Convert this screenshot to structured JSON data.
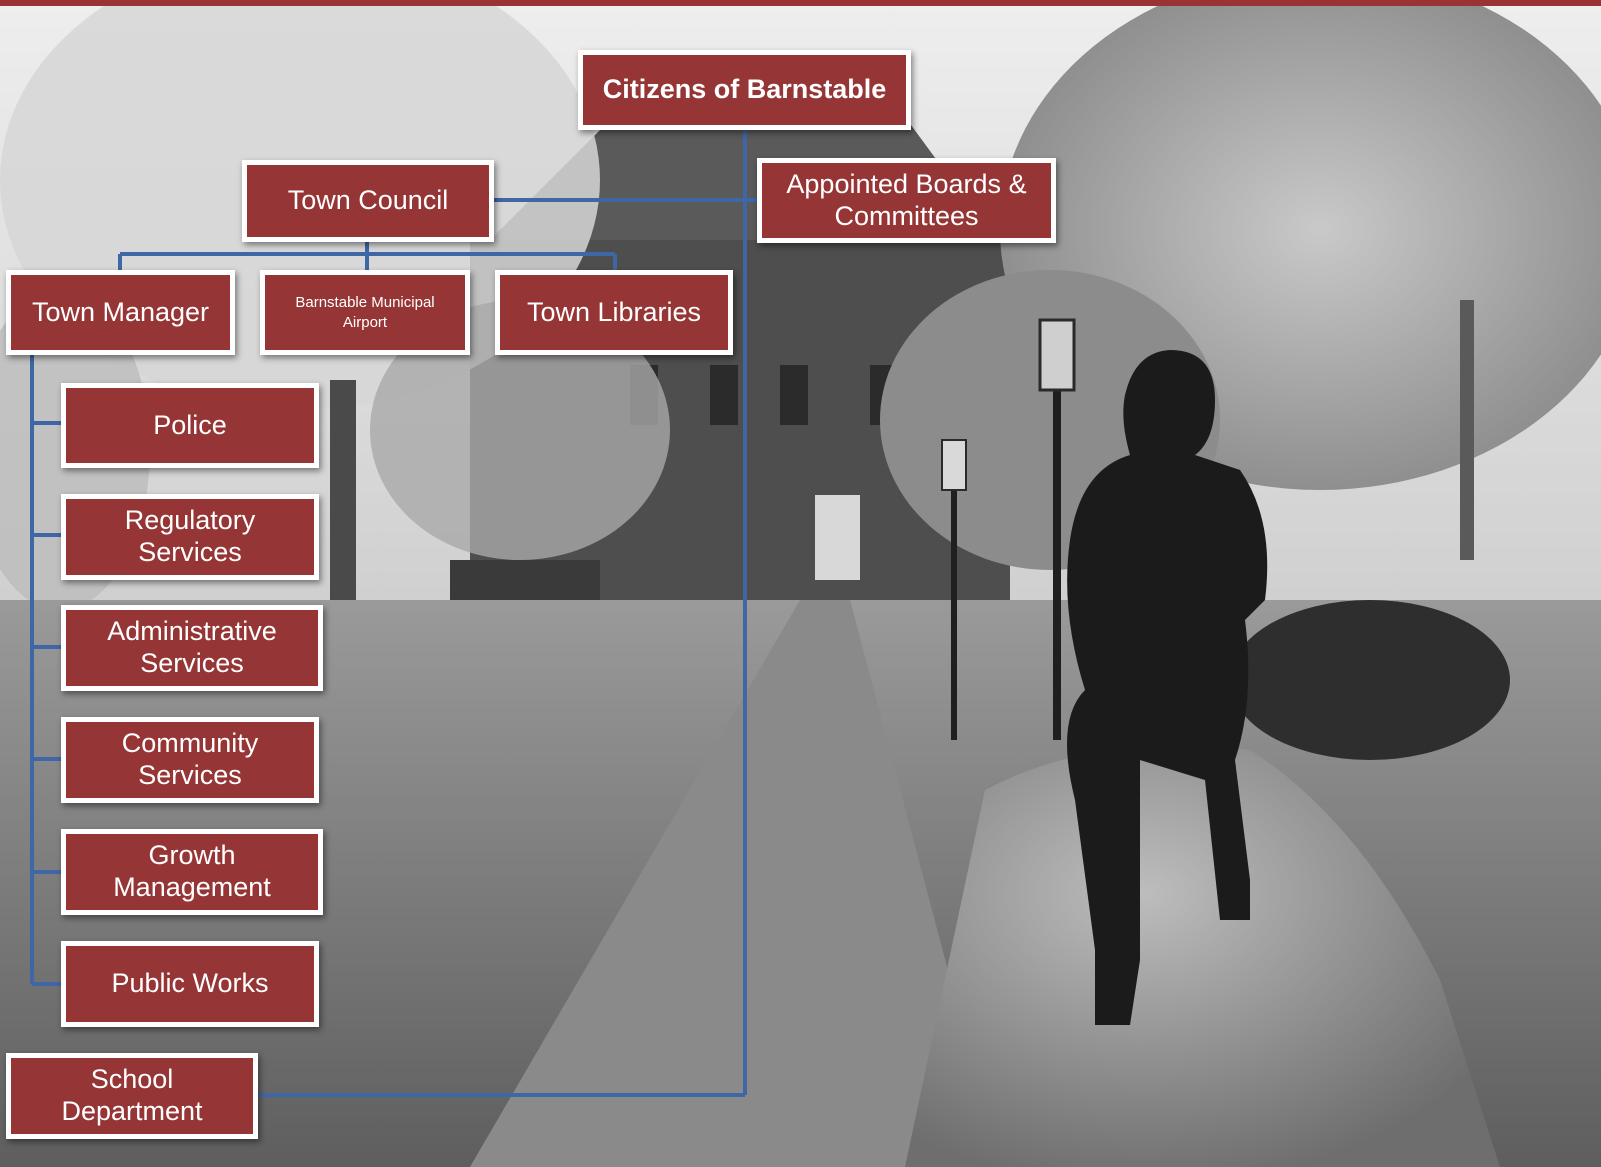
{
  "org_chart": {
    "citizens": "Citizens of Barnstable",
    "town_council": "Town Council",
    "appointed_boards": "Appointed Boards & Committees",
    "town_manager": "Town Manager",
    "airport": "Barnstable Municipal Airport",
    "town_libraries": "Town Libraries",
    "police": "Police",
    "regulatory_services": "Regulatory Services",
    "administrative_services": "Administrative Services",
    "community_services": "Community Services",
    "growth_management": "Growth Management",
    "public_works": "Public Works",
    "school_department": "School Department"
  },
  "colors": {
    "box_fill": "#963535",
    "box_border": "#ffffff",
    "connector": "#3f67a6",
    "top_bar": "#9a3333"
  },
  "background_photo": "town-hall-green-with-seated-statue"
}
